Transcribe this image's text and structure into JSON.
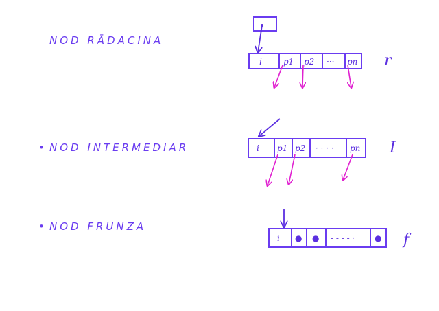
{
  "colors": {
    "ink": "#6a3cf0",
    "pointer": "#e020d0"
  },
  "root": {
    "title": "NOD RĀDACINA",
    "cells": [
      "i",
      "p1",
      "p2",
      "···",
      "pn"
    ],
    "tag": "r"
  },
  "intermediate": {
    "bullet": "•",
    "title": "NOD INTERMEDIAR",
    "cells": [
      "i",
      "p1",
      "p2",
      "· · · ·",
      "pn"
    ],
    "tag": "I"
  },
  "leaf": {
    "bullet": "•",
    "title": "NOD FRUNZA",
    "cells": [
      "i",
      "●",
      "●",
      "- - - - ·",
      "●"
    ],
    "tag": "f"
  }
}
